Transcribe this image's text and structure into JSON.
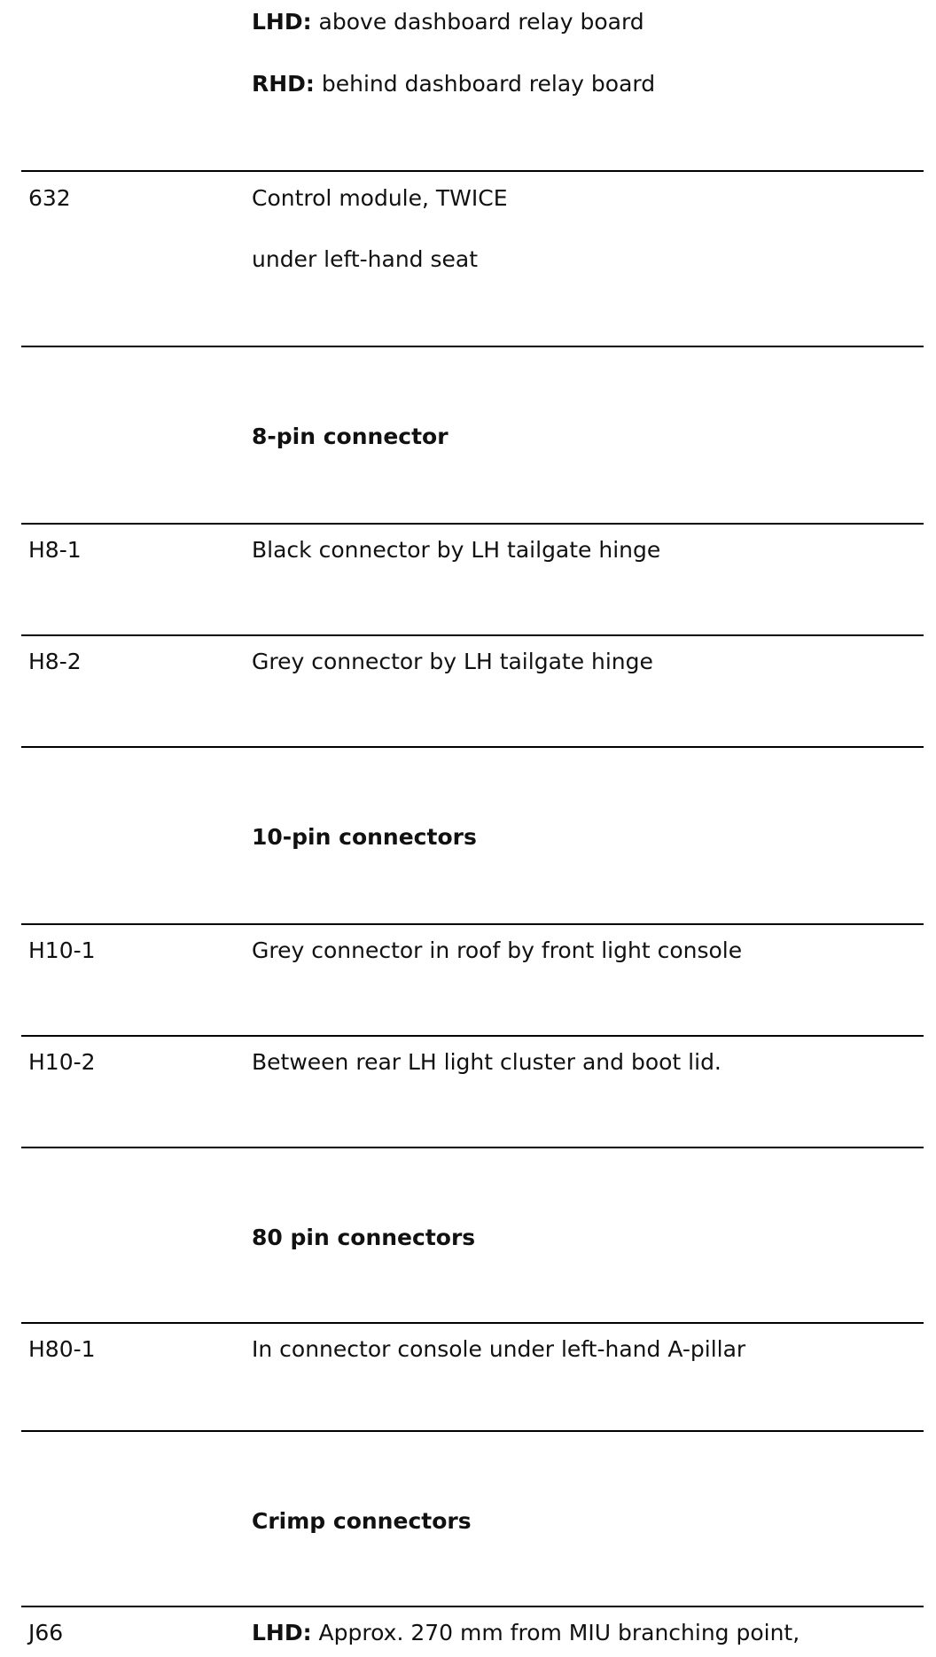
{
  "intro": {
    "lhd": {
      "label": "LHD:",
      "text": " above dashboard relay board"
    },
    "rhd": {
      "label": "RHD:",
      "text": " behind dashboard relay board"
    }
  },
  "row_632": {
    "code": "632",
    "line1": "Control module, TWICE",
    "line2": "under left-hand seat"
  },
  "sections": {
    "pin8": "8-pin connector",
    "pin10": "10-pin connectors",
    "pin80": "80 pin connectors",
    "crimp": "Crimp connectors"
  },
  "rows": {
    "h8_1": {
      "code": "H8-1",
      "desc": "Black connector by LH tailgate hinge"
    },
    "h8_2": {
      "code": "H8-2",
      "desc": "Grey connector by LH tailgate hinge"
    },
    "h10_1": {
      "code": "H10-1",
      "desc": "Grey connector in roof by front light console"
    },
    "h10_2": {
      "code": "H10-2",
      "desc": "Between rear LH light cluster and boot lid."
    },
    "h80_1": {
      "code": "H80-1",
      "desc": "In connector console under left-hand A-pillar"
    },
    "j66": {
      "code": "J66",
      "label": "LHD:",
      "desc": " Approx. 270 mm from MIU branching point,"
    }
  }
}
